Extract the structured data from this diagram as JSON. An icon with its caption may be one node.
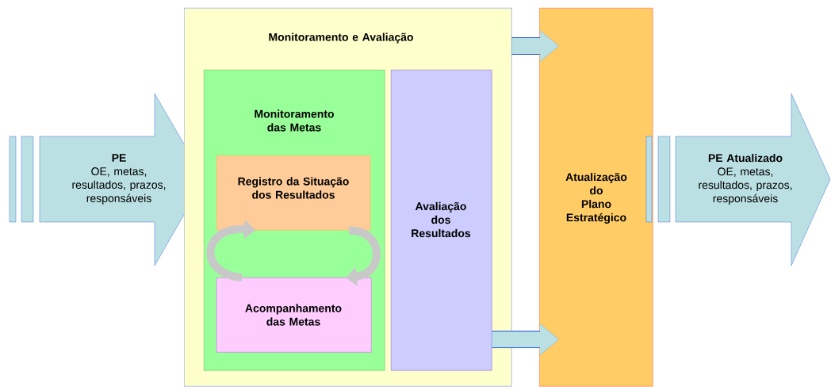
{
  "diagram": {
    "nodes": [
      {
        "text": [
          "PE",
          "OE, metas, resultados, prazos, responsáveis"
        ]
      },
      {
        "text": [
          "Monitoramento e Avaliação"
        ]
      },
      {
        "text": [
          "Monitoramento das Metas"
        ],
        "in": 1
      },
      {
        "text": [
          "Registro da Situação dos Resultados"
        ],
        "in": 2
      },
      {
        "text": [
          "Acompanhamento das Metas"
        ],
        "in": 2
      },
      {
        "text": [
          "Avaliação dos Resultados"
        ],
        "in": 1
      },
      {
        "text": [
          "Atualização do Plano Estratégico"
        ]
      },
      {
        "text": [
          "PE Atualizado",
          "OE, metas, resultados, prazos, responsáveis"
        ]
      }
    ],
    "edges": [
      {
        "from": 1,
        "to": 6,
        "arrow": "to",
        "style": "thick"
      },
      {
        "from": 5,
        "to": 6,
        "arrow": "to",
        "style": "thick"
      },
      {
        "from": 4,
        "to": 3,
        "arrow": "to",
        "color": "#c8c8c8"
      },
      {
        "from": 3,
        "to": 4,
        "arrow": "to",
        "color": "#c8c8c8"
      }
    ]
  }
}
